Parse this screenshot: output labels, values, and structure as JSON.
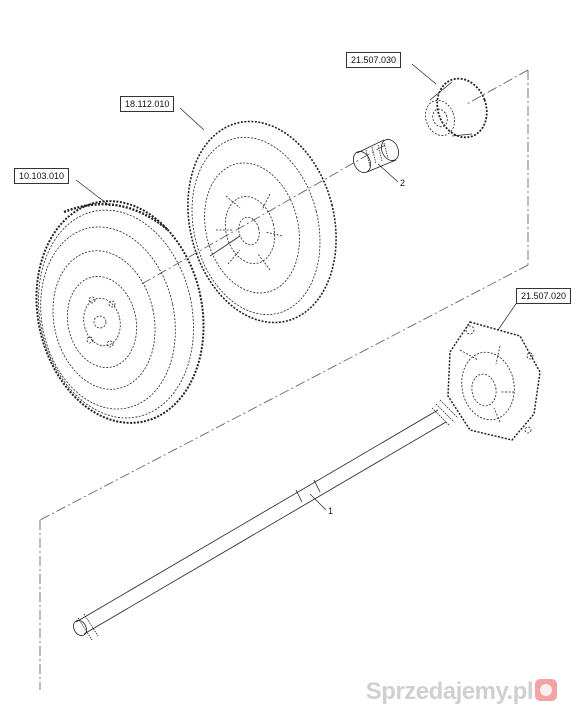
{
  "refs": {
    "flywheel": "10.103.010",
    "clutch": "18.112.010",
    "gear": "21.507.030",
    "housing": "21.507.020"
  },
  "callouts": {
    "shaft": "1",
    "sleeve": "2"
  },
  "watermark": "Sprzedajemy.pl"
}
